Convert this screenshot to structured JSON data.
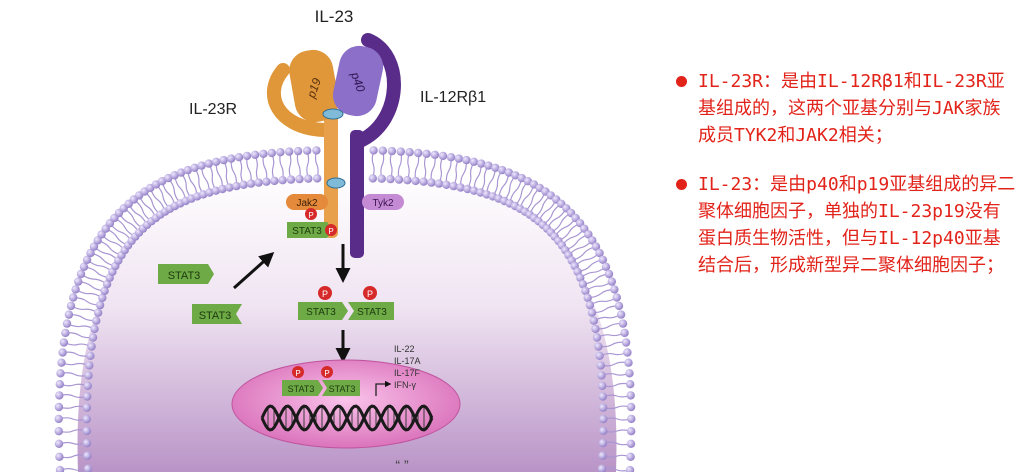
{
  "diagram": {
    "ligand_label": "IL-23",
    "receptor_left_label": "IL-23R",
    "receptor_right_label": "IL-12Rβ1",
    "subunit_p19": "p19",
    "subunit_p40": "p40",
    "jak2_label": "Jak2",
    "tyk2_label": "Tyk2",
    "phospho_label": "P",
    "stat3_label": "STAT3",
    "genes": [
      "IL-22",
      "IL-17A",
      "IL-17F",
      "IFN-γ"
    ],
    "caption": "“ ”"
  },
  "notes": [
    {
      "text": "IL-23R：是由IL-12Rβ1和IL-23R亚基组成的，这两个亚基分别与JAK家族成员TYK2和JAK2相关；"
    },
    {
      "text": "IL-23：是由p40和p19亚基组成的异二聚体细胞因子，单独的IL-23p19没有蛋白质生物活性，但与IL-12p40亚基结合后，形成新型异二聚体细胞因子；"
    }
  ],
  "colors": {
    "accent": "#e2231a",
    "membrane": "#9a86c9",
    "p19": "#e0973a",
    "p40": "#5a2c8a",
    "stat3": "#6eaa45",
    "phospho": "#d62a2a",
    "jak2": "#e48a3a",
    "tyk2": "#c58ad4"
  }
}
